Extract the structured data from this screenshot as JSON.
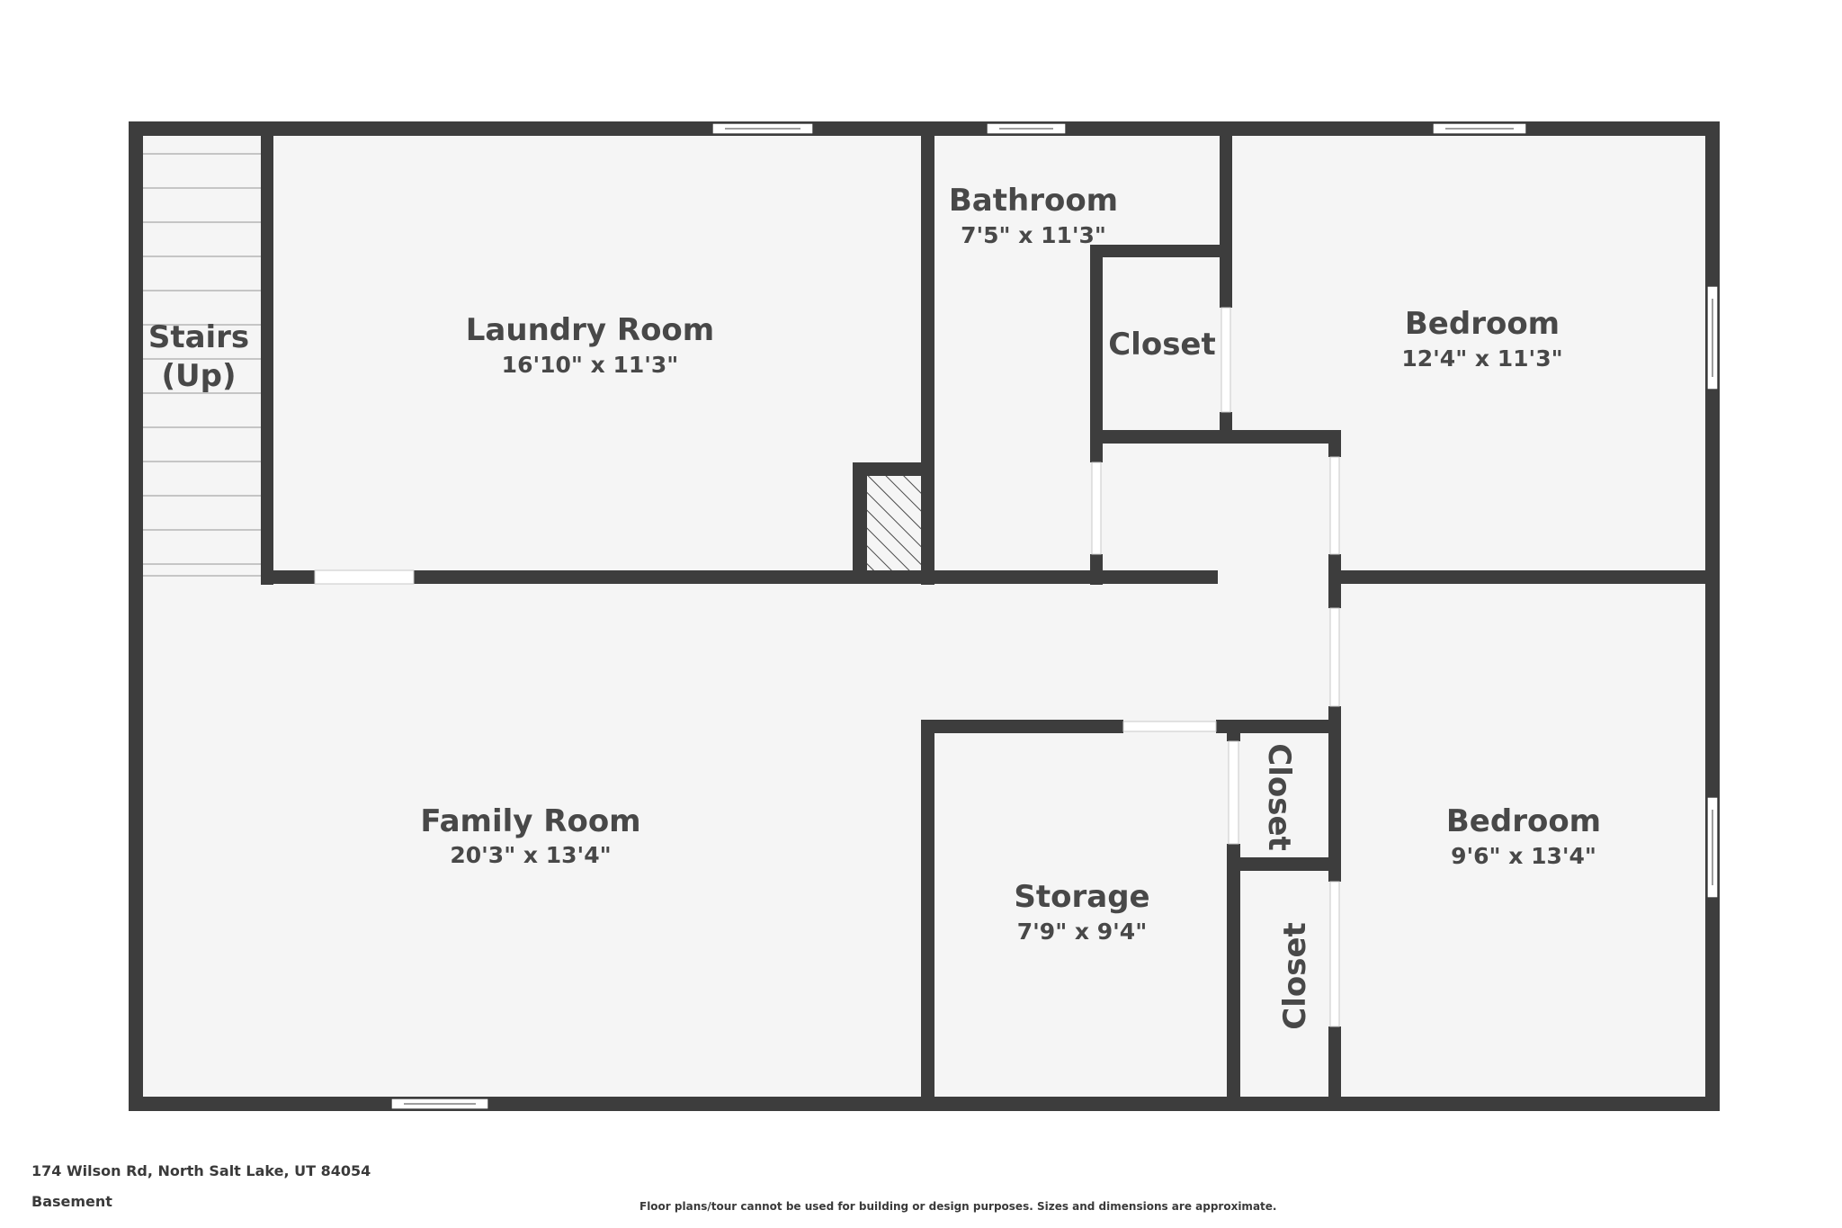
{
  "plan": {
    "address": "174 Wilson Rd, North Salt Lake, UT 84054",
    "level": "Basement",
    "disclaimer": "Floor plans/tour cannot be used for building or design purposes. Sizes and dimensions are approximate.",
    "colors": {
      "wall": "#3d3d3d",
      "floor": "#f5f5f5",
      "text": "#484848"
    },
    "rooms": {
      "stairs": {
        "name_line1": "Stairs",
        "name_line2": "(Up)"
      },
      "laundry": {
        "name": "Laundry Room",
        "dims": "16'10\" x 11'3\""
      },
      "bathroom": {
        "name": "Bathroom",
        "dims": "7'5\" x 11'3\""
      },
      "closet_bath": {
        "name": "Closet"
      },
      "bedroom_1": {
        "name": "Bedroom",
        "dims": "12'4\" x 11'3\""
      },
      "family": {
        "name": "Family Room",
        "dims": "20'3\" x 13'4\""
      },
      "storage": {
        "name": "Storage",
        "dims": "7'9\" x 9'4\""
      },
      "closet_upper": {
        "name": "Closet"
      },
      "closet_lower": {
        "name": "Closet"
      },
      "bedroom_2": {
        "name": "Bedroom",
        "dims": "9'6\" x 13'4\""
      }
    }
  }
}
